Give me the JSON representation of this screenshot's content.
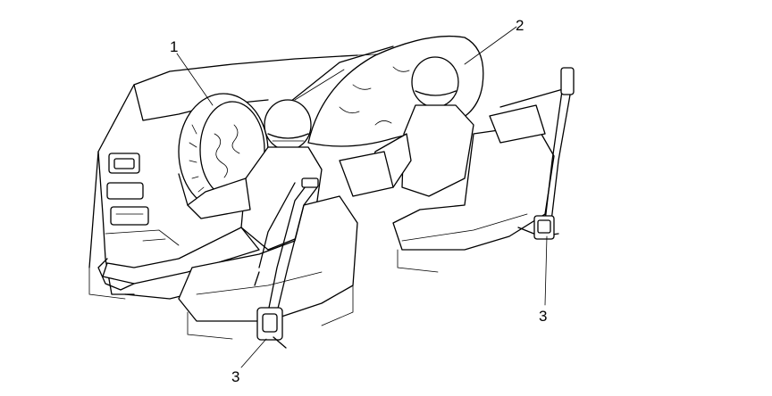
{
  "callouts": {
    "driver_airbag": "1",
    "passenger_airbag": "2",
    "seat_belt_pretensioner_front": "3",
    "seat_belt_pretensioner_rear": "3"
  },
  "colors": {
    "line": "#000000",
    "background": "#ffffff"
  }
}
